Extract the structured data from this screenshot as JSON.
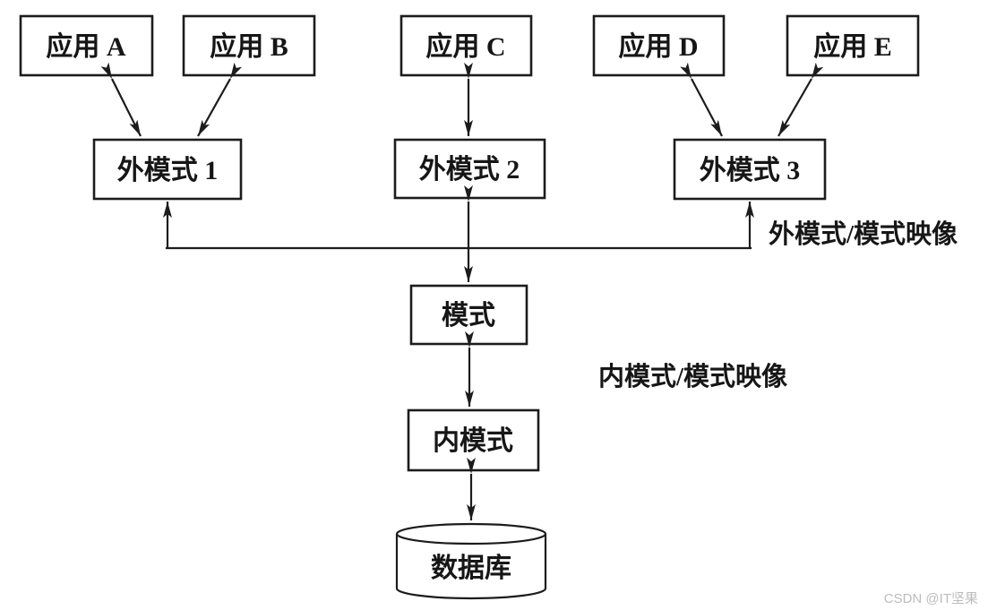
{
  "diagram": {
    "type": "database-three-schema-architecture",
    "colors": {
      "line": "#1c1c1c",
      "background": "#ffffff",
      "watermark_text": "#bcbcbc"
    },
    "nodes": {
      "app_a": "应用 A",
      "app_b": "应用 B",
      "app_c": "应用 C",
      "app_d": "应用 D",
      "app_e": "应用 E",
      "ext_schema_1": "外模式 1",
      "ext_schema_2": "外模式 2",
      "ext_schema_3": "外模式 3",
      "schema": "模式",
      "internal_schema": "内模式",
      "database": "数据库"
    },
    "labels": {
      "external_schema_mapping": "外模式/模式映像",
      "internal_schema_mapping": "内模式/模式映像"
    },
    "watermark": "CSDN @IT坚果"
  }
}
